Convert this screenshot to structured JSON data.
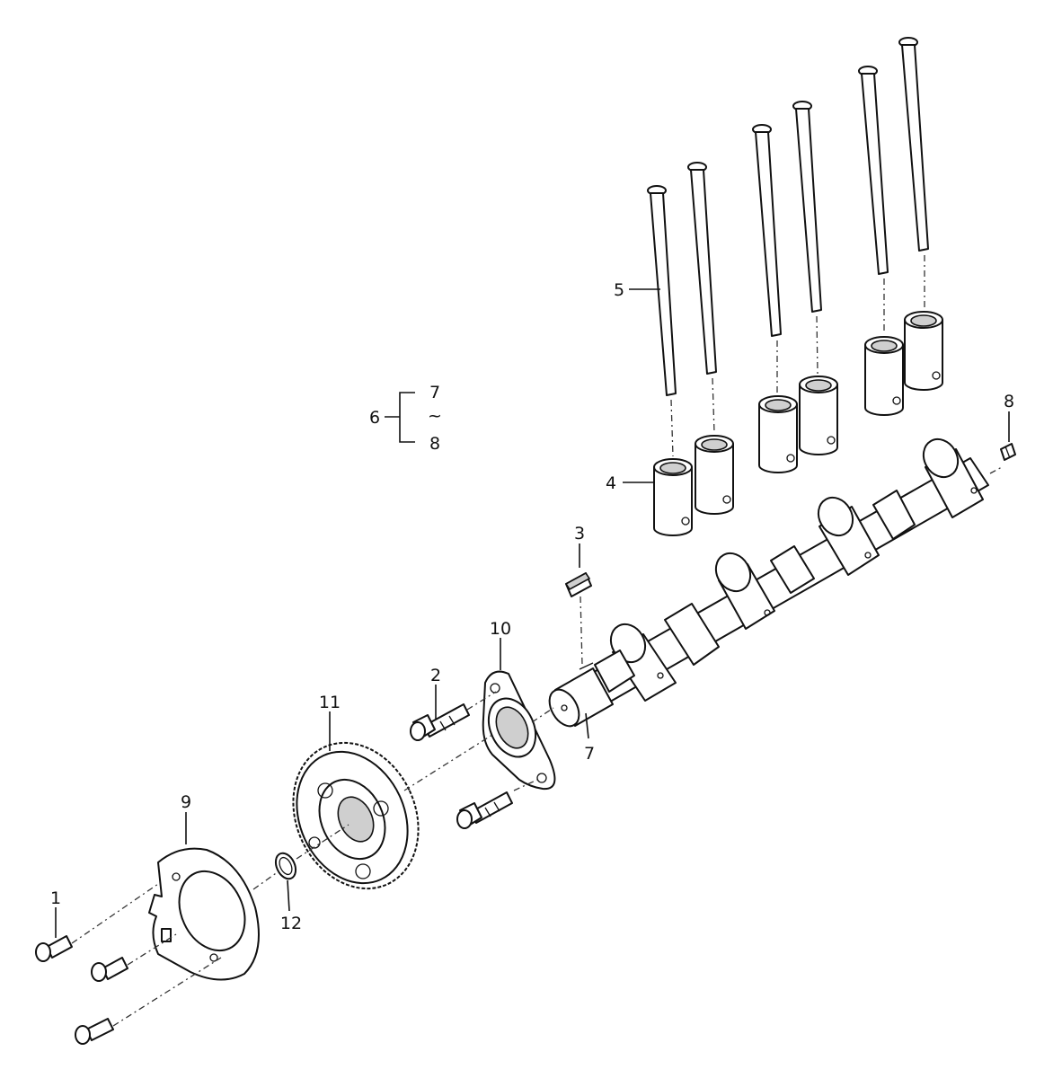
{
  "callouts": {
    "c1": "1",
    "c2": "2",
    "c3": "3",
    "c4": "4",
    "c5": "5",
    "c6": "6",
    "c6_top": "7",
    "c6_tilde": "~",
    "c6_bottom": "8",
    "c7": "7",
    "c8": "8",
    "c9": "9",
    "c10": "10",
    "c11": "11",
    "c12": "12"
  }
}
